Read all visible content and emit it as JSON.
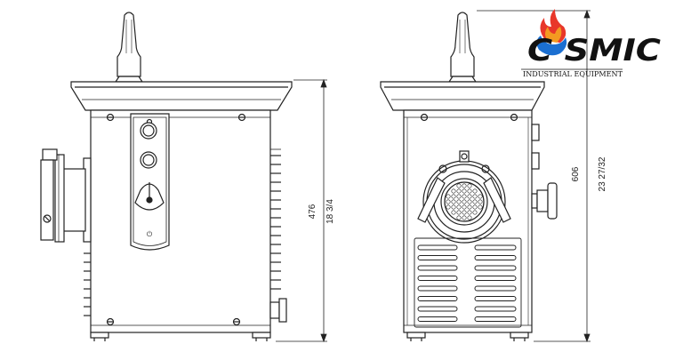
{
  "brand": {
    "name": "C SMIC",
    "tagline": "INDUSTRIAL EQUIPMENT",
    "colors": {
      "flame_red": "#e8372a",
      "flame_orange": "#f39a21",
      "flame_blue": "#1b6fd1",
      "text": "#111111"
    }
  },
  "drawing": {
    "line_color": "#222222",
    "left_view": {
      "height_mm": "476",
      "height_in": "18 3/4",
      "panel_label": "⏻",
      "icons": [
        "power-icon"
      ]
    },
    "right_view": {
      "height_mm": "606",
      "height_in": "23 27/32"
    }
  }
}
